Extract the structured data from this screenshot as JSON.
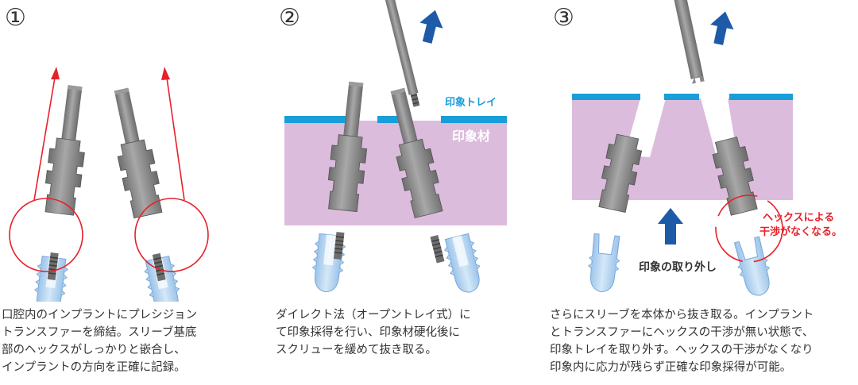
{
  "steps": [
    {
      "number": "①",
      "caption": [
        "口腔内のインプラントにプレシジョン",
        "トランスファーを締結。スリーブ基底",
        "部のヘックスがしっかりと嵌合し、",
        "インプラントの方向を正確に記録。"
      ]
    },
    {
      "number": "②",
      "labels": {
        "tray": "印象トレイ",
        "material": "印象材"
      },
      "caption": [
        "ダイレクト法（オープントレイ式）に",
        "て印象採得を行い、印象材硬化後に",
        "スクリューを緩めて抜き取る。"
      ]
    },
    {
      "number": "③",
      "labels": {
        "removal": "印象の取り外し",
        "note_line1": "ヘックスによる",
        "note_line2": "干渉がなくなる。"
      },
      "caption": [
        "さらにスリーブを本体から抜き取る。インプラント",
        "とトランスファーにヘックスの干渉が無い状態で、",
        "印象トレイを取り外す。ヘックスの干渉がなくなり",
        "印象内に応力が残らず正確な印象採得が可能。"
      ]
    }
  ],
  "colors": {
    "tray": "#1a9ed9",
    "material": "#dcbcdc",
    "implant": "#b4d4f0",
    "metal": "#8a8a8a",
    "red": "#e8202a",
    "arrow_blue": "#1d5aa8"
  }
}
